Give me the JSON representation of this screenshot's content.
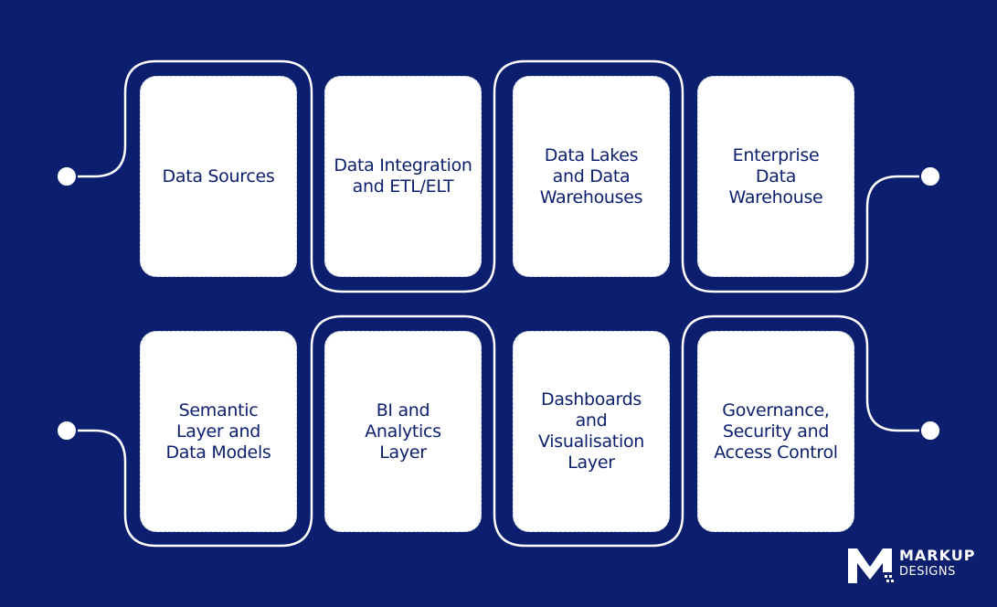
{
  "diagram": {
    "row1": [
      {
        "label": "Data Sources"
      },
      {
        "label": "Data Integration\nand ETL/ELT"
      },
      {
        "label": "Data Lakes\nand Data\nWarehouses"
      },
      {
        "label": "Enterprise\nData\nWarehouse"
      }
    ],
    "row2": [
      {
        "label": "Semantic\nLayer and\nData Models"
      },
      {
        "label": "BI and\nAnalytics\nLayer"
      },
      {
        "label": "Dashboards\nand Visualisation\nLayer"
      },
      {
        "label": "Governance,\nSecurity and\nAccess Control"
      }
    ]
  },
  "brand": {
    "line1": "MARKUP",
    "line2": "DESIGNS",
    "icon": "markup-m-logo"
  },
  "colors": {
    "background": "#0b1f6e",
    "box": "#ffffff",
    "text": "#0b1f6e",
    "line": "#ffffff"
  }
}
